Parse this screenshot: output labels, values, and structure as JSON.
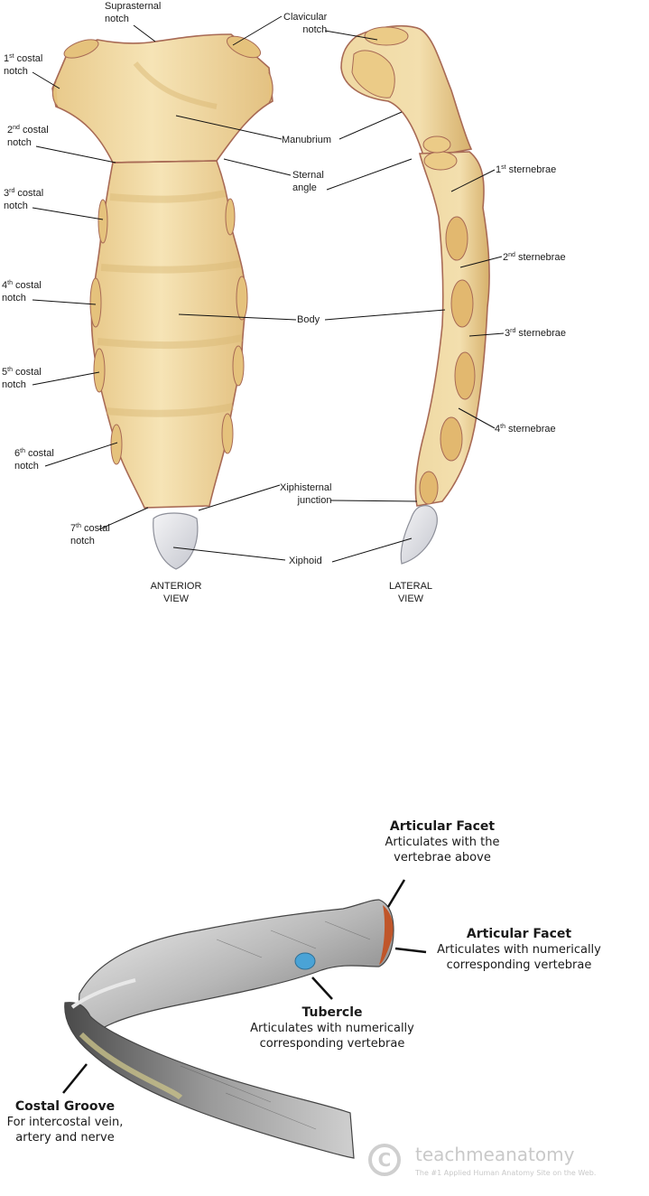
{
  "sternum": {
    "suprasternal": [
      "Suprasternal",
      "notch"
    ],
    "clavicular": [
      "Clavicular",
      "notch"
    ],
    "costal1": {
      "num": "1",
      "sup": "st",
      "word": " costal",
      "line2": "notch"
    },
    "manubrium": "Manubrium",
    "costal2": {
      "num": "2",
      "sup": "nd",
      "word": " costal",
      "line2": "notch"
    },
    "sternal_angle": [
      "Sternal",
      "angle"
    ],
    "costal3": {
      "num": "3",
      "sup": "rd",
      "word": " costal",
      "line2": "notch"
    },
    "costal4": {
      "num": "4",
      "sup": "th",
      "word": " costal",
      "line2": "notch"
    },
    "body": "Body",
    "costal5": {
      "num": "5",
      "sup": "th",
      "word": " costal",
      "line2": "notch"
    },
    "costal6": {
      "num": "6",
      "sup": "th",
      "word": " costal",
      "line2": "notch"
    },
    "xiphisternal": [
      "Xiphisternal",
      "junction"
    ],
    "costal7": {
      "num": "7",
      "sup": "th",
      "word": " costal",
      "line2": "notch"
    },
    "xiphoid": "Xiphoid",
    "st1": {
      "num": "1",
      "sup": "st",
      "word": " sternebrae"
    },
    "st2": {
      "num": "2",
      "sup": "nd",
      "word": " sternebrae"
    },
    "st3": {
      "num": "3",
      "sup": "rd",
      "word": " sternebrae"
    },
    "st4": {
      "num": "4",
      "sup": "th",
      "word": " sternebrae"
    },
    "anterior_view": [
      "ANTERIOR",
      "VIEW"
    ],
    "lateral_view": [
      "LATERAL",
      "VIEW"
    ]
  },
  "rib": {
    "facet_top": {
      "title": "Articular Facet",
      "desc": [
        "Articulates with the",
        "vertebrae above"
      ]
    },
    "facet_right": {
      "title": "Articular Facet",
      "desc": [
        "Articulates with numerically",
        "corresponding vertebrae"
      ]
    },
    "tubercle": {
      "title": "Tubercle",
      "desc": [
        "Articulates with numerically",
        "corresponding vertebrae"
      ]
    },
    "groove": {
      "title": "Costal Groove",
      "desc": [
        "For intercostal vein,",
        "artery and nerve"
      ]
    }
  },
  "watermark": {
    "brand": "teachmeanatomy",
    "tagline": "The #1 Applied Human Anatomy Site on the Web.",
    "logo_letter": "C"
  },
  "colors": {
    "bone": "#f0d9a4",
    "bone_shadow": "#d9b874",
    "outline": "#a86a55",
    "xiphoid": "#dcdde2",
    "facet": "#c0562a",
    "tubercle": "#4aa3d6"
  }
}
